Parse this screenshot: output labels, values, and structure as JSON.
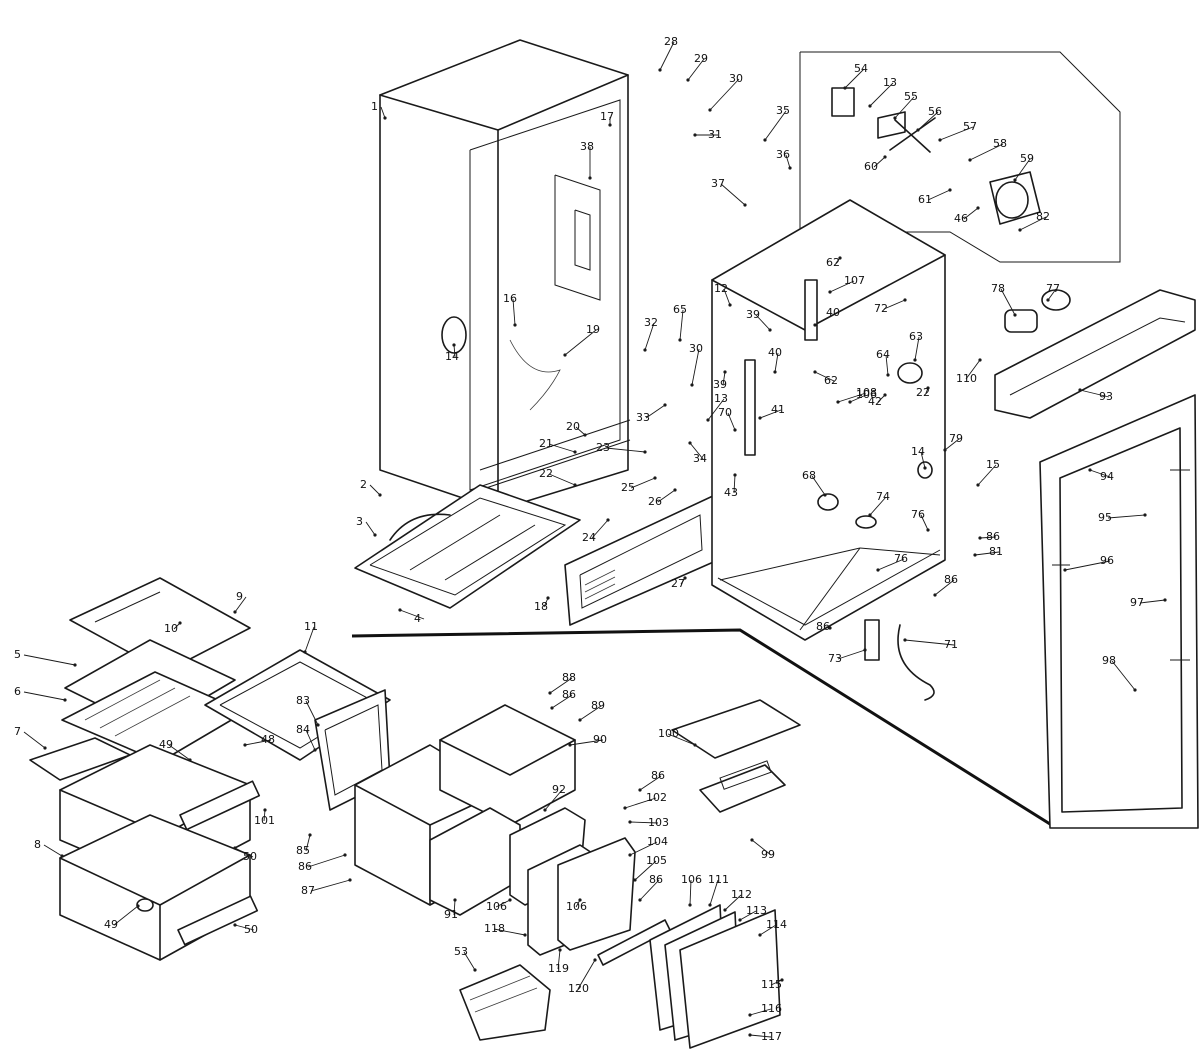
{
  "diagram": {
    "type": "exploded-parts-diagram",
    "colors": {
      "line": "#1a1a1a",
      "background": "#ffffff"
    },
    "callouts": [
      {
        "id": "c1",
        "text": "1"
      },
      {
        "id": "c2",
        "text": "2"
      },
      {
        "id": "c3",
        "text": "3"
      },
      {
        "id": "c4",
        "text": "4"
      },
      {
        "id": "c5",
        "text": "5"
      },
      {
        "id": "c6",
        "text": "6"
      },
      {
        "id": "c7",
        "text": "7"
      },
      {
        "id": "c8",
        "text": "8"
      },
      {
        "id": "c9",
        "text": "9"
      },
      {
        "id": "c10",
        "text": "10"
      },
      {
        "id": "c11",
        "text": "11"
      },
      {
        "id": "c12",
        "text": "12"
      },
      {
        "id": "c13a",
        "text": "13"
      },
      {
        "id": "c13b",
        "text": "13"
      },
      {
        "id": "c14a",
        "text": "14"
      },
      {
        "id": "c14b",
        "text": "14"
      },
      {
        "id": "c15",
        "text": "15"
      },
      {
        "id": "c16",
        "text": "16"
      },
      {
        "id": "c17",
        "text": "17"
      },
      {
        "id": "c18",
        "text": "18"
      },
      {
        "id": "c19",
        "text": "19"
      },
      {
        "id": "c20",
        "text": "20"
      },
      {
        "id": "c21",
        "text": "21"
      },
      {
        "id": "c22a",
        "text": "22"
      },
      {
        "id": "c22b",
        "text": "22"
      },
      {
        "id": "c23",
        "text": "23"
      },
      {
        "id": "c24",
        "text": "24"
      },
      {
        "id": "c25",
        "text": "25"
      },
      {
        "id": "c26",
        "text": "26"
      },
      {
        "id": "c27",
        "text": "27"
      },
      {
        "id": "c28",
        "text": "28"
      },
      {
        "id": "c29",
        "text": "29"
      },
      {
        "id": "c30a",
        "text": "30"
      },
      {
        "id": "c30b",
        "text": "30"
      },
      {
        "id": "c31",
        "text": "31"
      },
      {
        "id": "c32",
        "text": "32"
      },
      {
        "id": "c33",
        "text": "33"
      },
      {
        "id": "c34",
        "text": "34"
      },
      {
        "id": "c35",
        "text": "35"
      },
      {
        "id": "c36",
        "text": "36"
      },
      {
        "id": "c37",
        "text": "37"
      },
      {
        "id": "c38",
        "text": "38"
      },
      {
        "id": "c39a",
        "text": "39"
      },
      {
        "id": "c39b",
        "text": "39"
      },
      {
        "id": "c40a",
        "text": "40"
      },
      {
        "id": "c40b",
        "text": "40"
      },
      {
        "id": "c41",
        "text": "41"
      },
      {
        "id": "c42",
        "text": "42"
      },
      {
        "id": "c43",
        "text": "43"
      },
      {
        "id": "c46",
        "text": "46"
      },
      {
        "id": "c48",
        "text": "48"
      },
      {
        "id": "c49a",
        "text": "49"
      },
      {
        "id": "c49b",
        "text": "49"
      },
      {
        "id": "c50a",
        "text": "50"
      },
      {
        "id": "c50b",
        "text": "50"
      },
      {
        "id": "c53",
        "text": "53"
      },
      {
        "id": "c54",
        "text": "54"
      },
      {
        "id": "c55",
        "text": "55"
      },
      {
        "id": "c56",
        "text": "56"
      },
      {
        "id": "c57",
        "text": "57"
      },
      {
        "id": "c58",
        "text": "58"
      },
      {
        "id": "c59",
        "text": "59"
      },
      {
        "id": "c60",
        "text": "60"
      },
      {
        "id": "c61",
        "text": "61"
      },
      {
        "id": "c62a",
        "text": "62"
      },
      {
        "id": "c62b",
        "text": "62"
      },
      {
        "id": "c63",
        "text": "63"
      },
      {
        "id": "c64",
        "text": "64"
      },
      {
        "id": "c65",
        "text": "65"
      },
      {
        "id": "c68",
        "text": "68"
      },
      {
        "id": "c70",
        "text": "70"
      },
      {
        "id": "c71",
        "text": "71"
      },
      {
        "id": "c72",
        "text": "72"
      },
      {
        "id": "c73",
        "text": "73"
      },
      {
        "id": "c74",
        "text": "74"
      },
      {
        "id": "c76a",
        "text": "76"
      },
      {
        "id": "c76b",
        "text": "76"
      },
      {
        "id": "c77",
        "text": "77"
      },
      {
        "id": "c78",
        "text": "78"
      },
      {
        "id": "c79",
        "text": "79"
      },
      {
        "id": "c81",
        "text": "81"
      },
      {
        "id": "c82a",
        "text": "82"
      },
      {
        "id": "c83",
        "text": "83"
      },
      {
        "id": "c84",
        "text": "84"
      },
      {
        "id": "c85",
        "text": "85"
      },
      {
        "id": "c86a",
        "text": "86"
      },
      {
        "id": "c86b",
        "text": "86"
      },
      {
        "id": "c86c",
        "text": "86"
      },
      {
        "id": "c86d",
        "text": "86"
      },
      {
        "id": "c86e",
        "text": "86"
      },
      {
        "id": "c86f",
        "text": "86"
      },
      {
        "id": "c86g",
        "text": "86"
      },
      {
        "id": "c87",
        "text": "87"
      },
      {
        "id": "c88",
        "text": "88"
      },
      {
        "id": "c89",
        "text": "89"
      },
      {
        "id": "c90",
        "text": "90"
      },
      {
        "id": "c91",
        "text": "91"
      },
      {
        "id": "c92",
        "text": "92"
      },
      {
        "id": "c93",
        "text": "93"
      },
      {
        "id": "c94",
        "text": "94"
      },
      {
        "id": "c95",
        "text": "95"
      },
      {
        "id": "c96",
        "text": "96"
      },
      {
        "id": "c97",
        "text": "97"
      },
      {
        "id": "c98",
        "text": "98"
      },
      {
        "id": "c99",
        "text": "99"
      },
      {
        "id": "c100",
        "text": "100"
      },
      {
        "id": "c101",
        "text": "101"
      },
      {
        "id": "c102",
        "text": "102"
      },
      {
        "id": "c103",
        "text": "103"
      },
      {
        "id": "c104",
        "text": "104"
      },
      {
        "id": "c105",
        "text": "105"
      },
      {
        "id": "c106a",
        "text": "106"
      },
      {
        "id": "c106b",
        "text": "106"
      },
      {
        "id": "c106c",
        "text": "106"
      },
      {
        "id": "c106d",
        "text": "106"
      },
      {
        "id": "c107",
        "text": "107"
      },
      {
        "id": "c108",
        "text": "108"
      },
      {
        "id": "c110",
        "text": "110"
      },
      {
        "id": "c111",
        "text": "111"
      },
      {
        "id": "c112",
        "text": "112"
      },
      {
        "id": "c113",
        "text": "113"
      },
      {
        "id": "c114",
        "text": "114"
      },
      {
        "id": "c115",
        "text": "115"
      },
      {
        "id": "c116",
        "text": "116"
      },
      {
        "id": "c117",
        "text": "117"
      },
      {
        "id": "c118",
        "text": "118"
      },
      {
        "id": "c119",
        "text": "119"
      },
      {
        "id": "c120",
        "text": "120"
      }
    ]
  }
}
